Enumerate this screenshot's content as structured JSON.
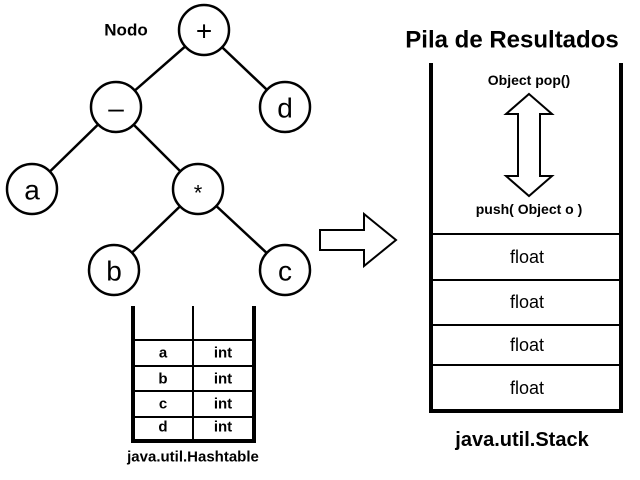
{
  "tree": {
    "label": "Nodo",
    "nodes": [
      {
        "id": "plus",
        "symbol": "+"
      },
      {
        "id": "minus",
        "symbol": "–"
      },
      {
        "id": "d",
        "symbol": "d"
      },
      {
        "id": "a",
        "symbol": "a"
      },
      {
        "id": "times",
        "symbol": "*"
      },
      {
        "id": "b",
        "symbol": "b"
      },
      {
        "id": "c",
        "symbol": "c"
      }
    ],
    "edges": [
      [
        "plus",
        "minus"
      ],
      [
        "plus",
        "d"
      ],
      [
        "minus",
        "a"
      ],
      [
        "minus",
        "times"
      ],
      [
        "times",
        "b"
      ],
      [
        "times",
        "c"
      ]
    ]
  },
  "hashtable": {
    "caption": "java.util.Hashtable",
    "rows": [
      {
        "key": "a",
        "value": "int"
      },
      {
        "key": "b",
        "value": "int"
      },
      {
        "key": "c",
        "value": "int"
      },
      {
        "key": "d",
        "value": "int"
      }
    ]
  },
  "stack": {
    "title": "Pila de Resultados",
    "pop_label": "Object pop()",
    "push_label": "push( Object o )",
    "caption": "java.util.Stack",
    "items": [
      "float",
      "float",
      "float",
      "float"
    ]
  }
}
